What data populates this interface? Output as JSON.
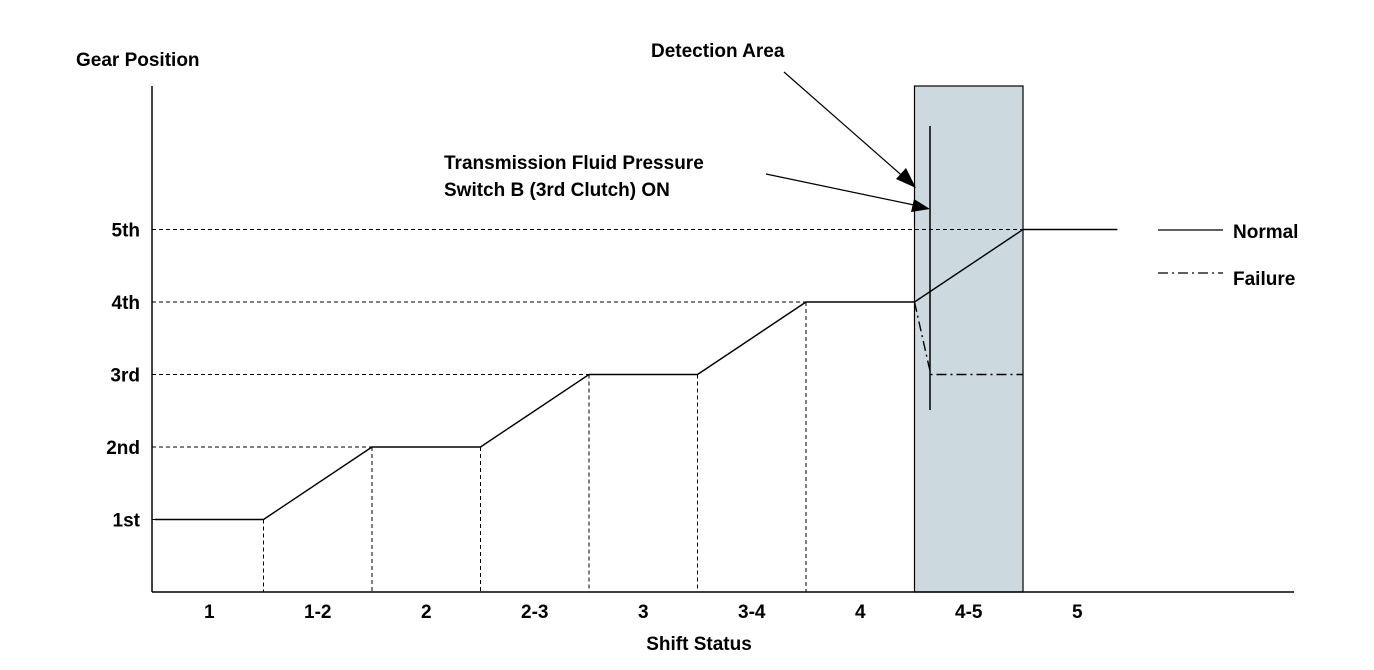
{
  "chart_data": {
    "type": "line",
    "ylabel": "Gear Position",
    "xlabel": "Shift Status",
    "y_categories": [
      "1st",
      "2nd",
      "3rd",
      "4th",
      "5th"
    ],
    "x_categories": [
      "1",
      "1-2",
      "2",
      "2-3",
      "3",
      "3-4",
      "4",
      "4-5",
      "5"
    ],
    "series": [
      {
        "name": "Normal",
        "style": "solid",
        "points": [
          {
            "x": 0,
            "y": 1
          },
          {
            "x": 1,
            "y": 1
          },
          {
            "x": 2,
            "y": 2
          },
          {
            "x": 3,
            "y": 2
          },
          {
            "x": 4,
            "y": 3
          },
          {
            "x": 5,
            "y": 3
          },
          {
            "x": 6,
            "y": 4
          },
          {
            "x": 7,
            "y": 4
          },
          {
            "x": 8,
            "y": 5
          },
          {
            "x": 8.87,
            "y": 5
          }
        ]
      },
      {
        "name": "Failure",
        "style": "dash-dot",
        "points": [
          {
            "x": 7,
            "y": 4
          },
          {
            "x": 7.15,
            "y": 3
          },
          {
            "x": 8,
            "y": 3
          }
        ]
      }
    ],
    "annotations": {
      "detection_area": "Detection Area",
      "pressure_switch_line1": "Transmission Fluid Pressure",
      "pressure_switch_line2": "Switch B (3rd Clutch) ON"
    },
    "legend": {
      "position": "right",
      "normal_label": "Normal",
      "failure_label": "Failure"
    },
    "colors": {
      "detection_area_fill": "#ccdae0",
      "line": "#000000"
    }
  }
}
